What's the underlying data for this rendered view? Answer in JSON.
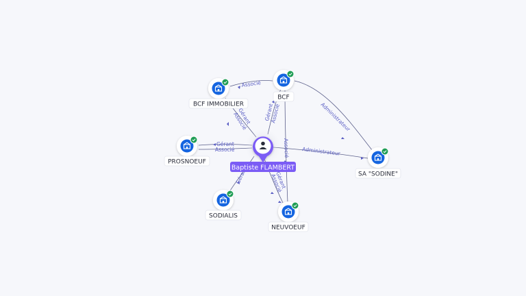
{
  "person": {
    "name": "Baptiste FLAMBERT",
    "icon": "person-icon",
    "color": "#7b5cf5"
  },
  "companies": [
    {
      "id": "bcf",
      "name": "BCF",
      "icon": "building-icon",
      "verified": true
    },
    {
      "id": "bcf-immobilier",
      "name": "BCF IMMOBILIER",
      "icon": "building-icon",
      "verified": true
    },
    {
      "id": "prosnoeuf",
      "name": "PROSNOEUF",
      "icon": "building-icon",
      "verified": true
    },
    {
      "id": "sodialis",
      "name": "SODIALIS",
      "icon": "building-icon",
      "verified": true
    },
    {
      "id": "neuvoeuf",
      "name": "NEUVOEUF",
      "icon": "building-icon",
      "verified": true
    },
    {
      "id": "sa-sodine",
      "name": "SA \"SODINE\"",
      "icon": "building-icon",
      "verified": true
    }
  ],
  "relations": [
    {
      "from": "person",
      "to": "bcf",
      "labels": [
        "Gérant",
        "Associé"
      ]
    },
    {
      "from": "person",
      "to": "bcf-immobilier",
      "labels": [
        "Gérant",
        "Associé"
      ]
    },
    {
      "from": "person",
      "to": "prosnoeuf",
      "labels": [
        "Gérant",
        "Associé"
      ]
    },
    {
      "from": "person",
      "to": "sodialis",
      "labels": [
        "Gérant"
      ]
    },
    {
      "from": "person",
      "to": "neuvoeuf",
      "labels": [
        "Gérant",
        "Associé"
      ]
    },
    {
      "from": "person",
      "to": "sa-sodine",
      "labels": [
        "Administrateur"
      ]
    },
    {
      "from": "bcf",
      "to": "bcf-immobilier",
      "labels": [
        "Associé"
      ]
    },
    {
      "from": "bcf",
      "to": "neuvoeuf",
      "labels": [
        "Associé"
      ]
    },
    {
      "from": "bcf",
      "to": "sa-sodine",
      "labels": [
        "Administrateur"
      ]
    }
  ],
  "colors": {
    "company_node": "#1565e0",
    "verified_badge": "#1f9d55",
    "edge": "#5b5f8a",
    "edge_label": "#5a5ec4"
  }
}
